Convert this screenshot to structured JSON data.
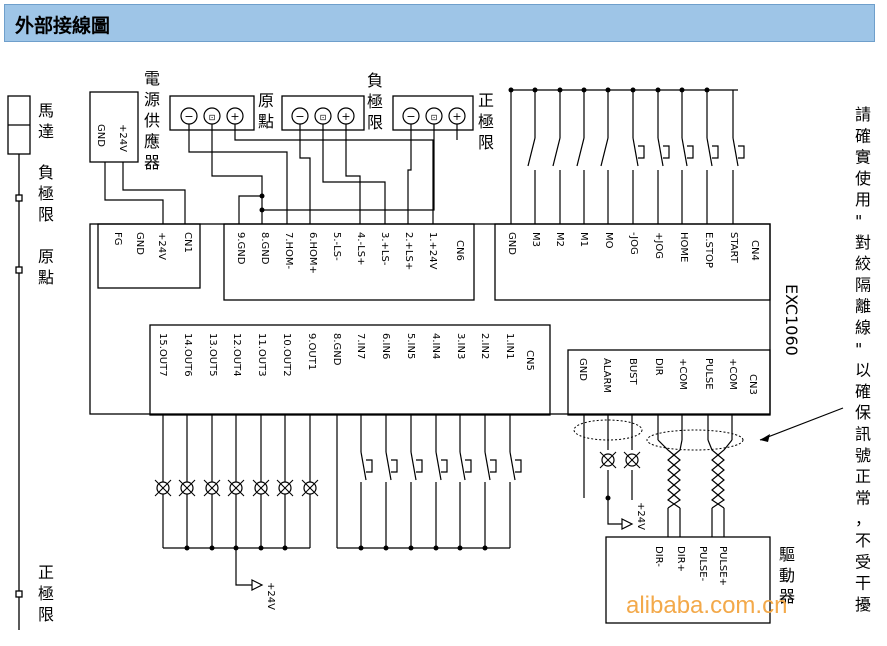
{
  "title": "外部接線圖",
  "left_labels": {
    "motor": "馬達",
    "negative_limit": "負極限",
    "origin": "原點",
    "positive_limit": "正極限"
  },
  "top_labels": {
    "power": "電源供應器",
    "origin": "原點",
    "negative_limit": "負極限",
    "positive_limit": "正極限"
  },
  "power_pins": [
    "+24V",
    "GND"
  ],
  "cn1": {
    "name": "CN1",
    "pins": [
      "+24V",
      "GND",
      "FG"
    ]
  },
  "cn6": {
    "name": "CN6",
    "pins": [
      "1.+24V",
      "2.+LS+",
      "3.+LS-",
      "4.-LS+",
      "5.-LS-",
      "6.HOM+",
      "7.HOM-",
      "8.GND",
      "9.GND"
    ]
  },
  "cn4": {
    "name": "CN4",
    "pins": [
      "START",
      "E.STOP",
      "HOME",
      "+JOG",
      "-JOG",
      "MO",
      "M1",
      "M2",
      "M3",
      "GND"
    ]
  },
  "cn5": {
    "name": "CN5",
    "pins": [
      "1.IN1",
      "2.IN2",
      "3.IN3",
      "4.IN4",
      "5.IN5",
      "6.IN6",
      "7.IN7",
      "8.GND",
      "9.OUT1",
      "10.OUT2",
      "11.OUT3",
      "12.OUT4",
      "13.OUT5",
      "14.OUT6",
      "15.OUT7"
    ]
  },
  "cn3": {
    "name": "CN3",
    "pins": [
      "+COM",
      "PULSE",
      "+COM",
      "DIR",
      "BUST",
      "ALARM",
      "GND"
    ]
  },
  "device_name": "EXC1060",
  "driver": {
    "label": "驅動器",
    "pins": [
      "PULSE+",
      "PULSE-",
      "DIR+",
      "DIR-"
    ]
  },
  "supply_24v": "+24V",
  "note": "請確實使用\"對絞隔離線\"以確保訊號正常，不受干擾",
  "watermark": "alibaba.com.cn"
}
